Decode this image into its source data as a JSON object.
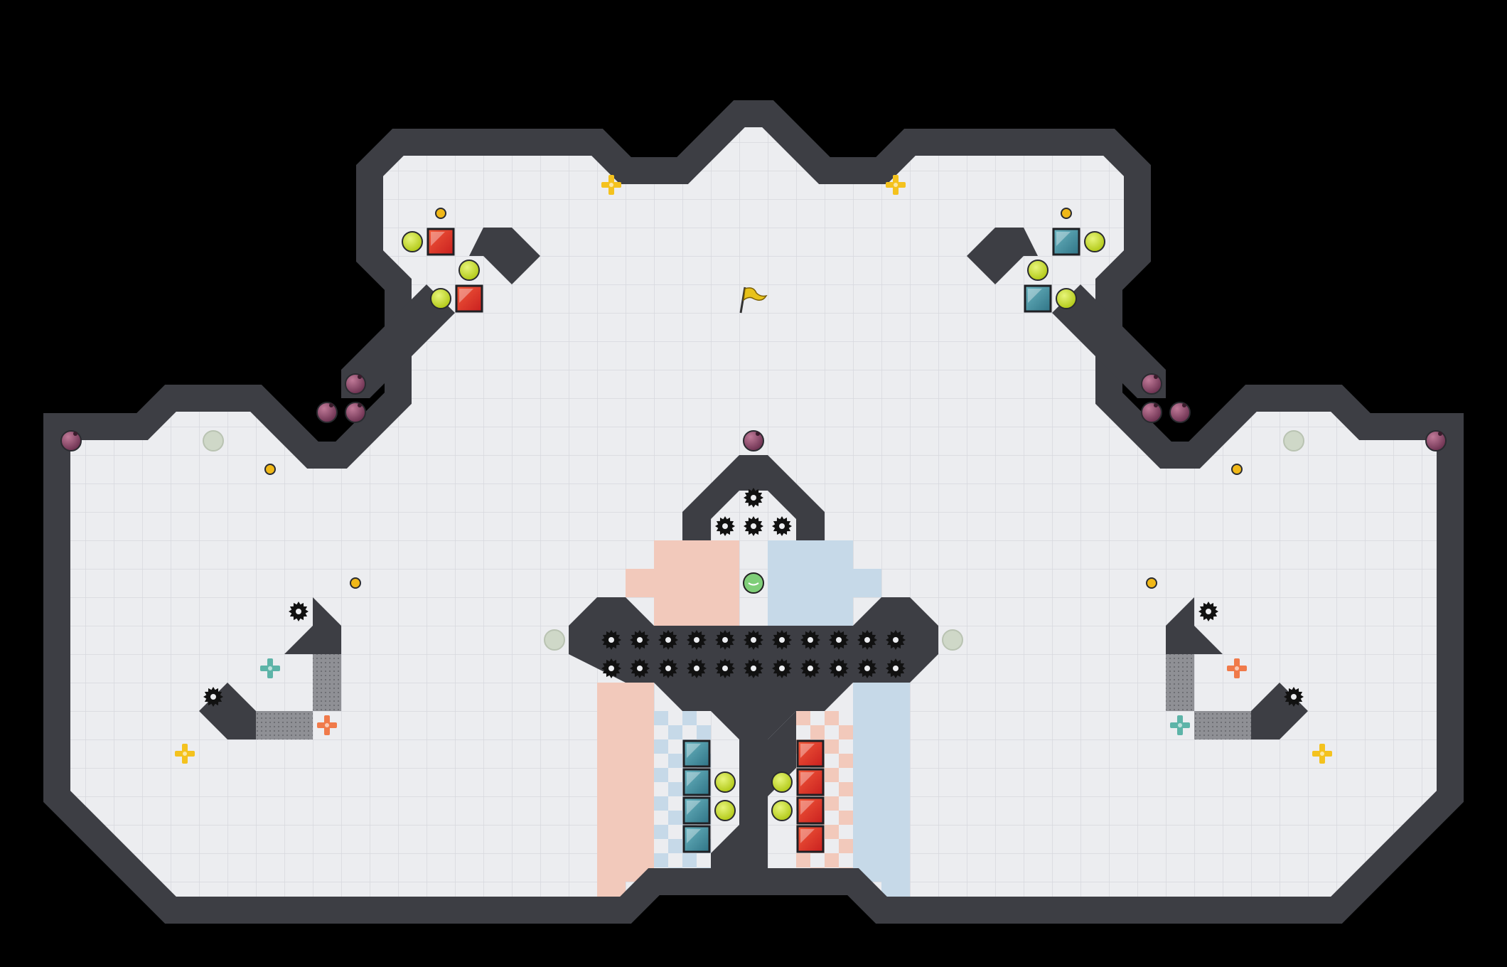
{
  "level": {
    "name": "",
    "grid_cols": 53,
    "grid_rows": 34
  },
  "colors": {
    "background": "#000000",
    "floor": "#ecedf0",
    "grid": "#d4d6dc",
    "wall": "#3d3e44",
    "wall_edge": "#2a2b30",
    "red_zone": "#f2c9bb",
    "blue_zone": "#c6d9e8",
    "red_block": "#e8362a",
    "teal_block": "#3f8fa0",
    "lime_orb": "#c6dd25",
    "plum_ball": "#8a4a6a",
    "gold": "#f0b818",
    "flag": "#e8c21a",
    "ghost_orb": "#cfd8c8",
    "saw": "#111111",
    "grate": "#8f9095",
    "pickup_cross_yellow": "#f4c21e",
    "pickup_cross_teal": "#5db4a8",
    "pickup_cross_orange": "#f07a4a"
  },
  "entities": {
    "player_flag": {
      "kind": "goal-flag",
      "icon": "flag-icon"
    },
    "player_ball": {
      "kind": "player",
      "icon": "green-ball-icon"
    }
  },
  "legend": {
    "red_block": "red-crate-icon",
    "teal_block": "teal-crate-icon",
    "lime_orb": "lime-orb-icon",
    "plum_ball": "plum-ball-icon",
    "coin": "coin-icon",
    "saw": "saw-icon",
    "cross": "cross-pickup-icon",
    "ghost": "ghost-orb-icon",
    "grate": "grate-tile-icon"
  }
}
